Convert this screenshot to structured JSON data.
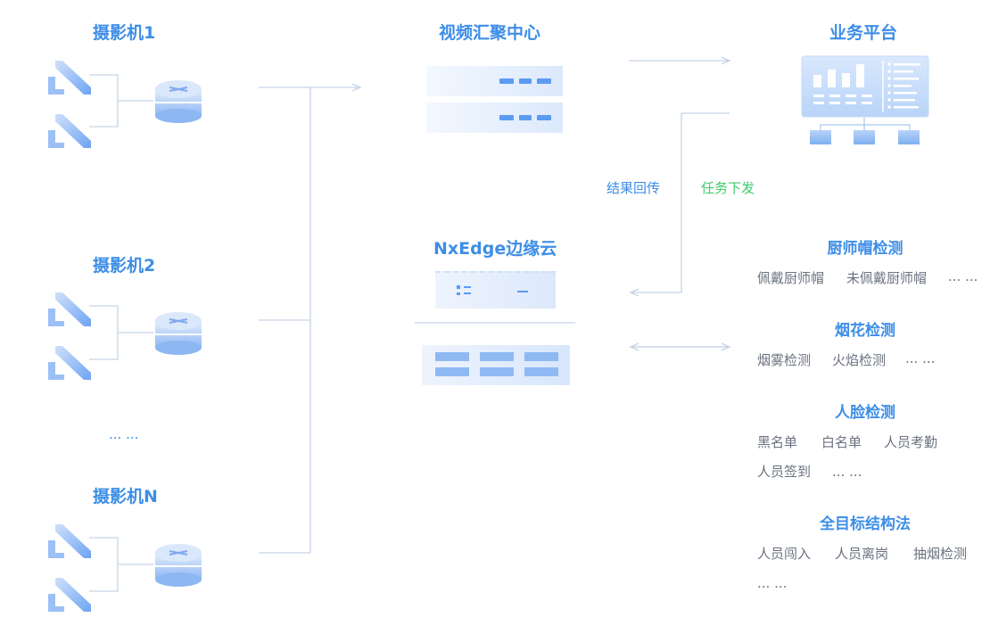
{
  "cameras": [
    {
      "title": "摄影机1"
    },
    {
      "title": "摄影机2"
    },
    {
      "title": "摄影机N"
    }
  ],
  "camera_ellipsis": "... ...",
  "video_center": {
    "title": "视频汇聚中心"
  },
  "business_platform": {
    "title": "业务平台"
  },
  "edge_cloud": {
    "title": "NxEdge边缘云"
  },
  "arrows": {
    "result_return": "结果回传",
    "task_dispatch": "任务下发"
  },
  "capabilities": [
    {
      "title": "厨师帽检测",
      "items": [
        "佩戴厨师帽",
        "未佩戴厨师帽",
        "... ..."
      ]
    },
    {
      "title": "烟花检测",
      "items": [
        "烟雾检测",
        "火焰检测",
        "... ..."
      ]
    },
    {
      "title": "人脸检测",
      "items": [
        "黑名单",
        "白名单",
        "人员考勤",
        "人员签到",
        "... ..."
      ]
    },
    {
      "title": "全目标结构法",
      "items": [
        "人员闯入",
        "人员离岗",
        "抽烟检测",
        "... ..."
      ]
    }
  ],
  "colors": {
    "accent": "#3d8ee6",
    "green": "#3fcb6b",
    "line": "#c6d4e6",
    "text": "#6b7280"
  }
}
